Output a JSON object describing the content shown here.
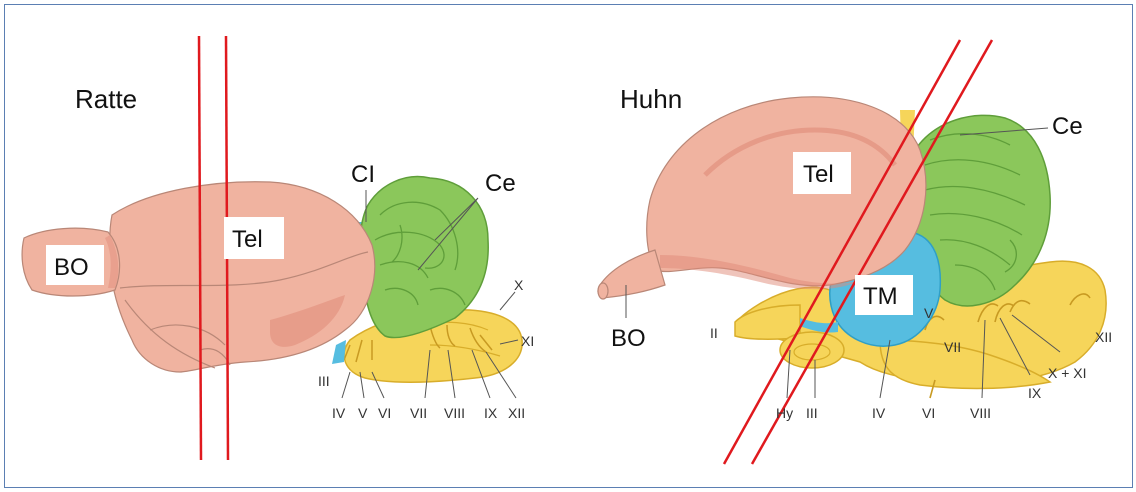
{
  "colors": {
    "telencephalon": "#f0b3a0",
    "telencephalon_dark": "#e08a78",
    "cerebellum": "#8bc75b",
    "cerebellum_dark": "#5f9e3a",
    "brainstem": "#f6d55a",
    "brainstem_dark": "#d8ad2a",
    "blue": "#56bde0",
    "cut_line": "#e0191e",
    "frame": "#5b7fb3"
  },
  "rat": {
    "title": "Ratte",
    "labels": {
      "bo": "BO",
      "tel": "Tel",
      "ci": "CI",
      "ce": "Ce"
    },
    "nerves": {
      "iii": "III",
      "iv": "IV",
      "v": "V",
      "vi": "VI",
      "vii": "VII",
      "viii": "VIII",
      "ix": "IX",
      "x": "X",
      "xi": "XI",
      "xii": "XII"
    }
  },
  "chicken": {
    "title": "Huhn",
    "labels": {
      "tel": "Tel",
      "ce": "Ce",
      "tm": "TM",
      "bo": "BO"
    },
    "nerves": {
      "ii": "II",
      "hy": "Hy",
      "iii": "III",
      "iv": "IV",
      "v": "V",
      "vi": "VI",
      "vii": "VII",
      "viii": "VIII",
      "ix": "IX",
      "x_xi": "X + XI",
      "xii": "XII"
    }
  }
}
